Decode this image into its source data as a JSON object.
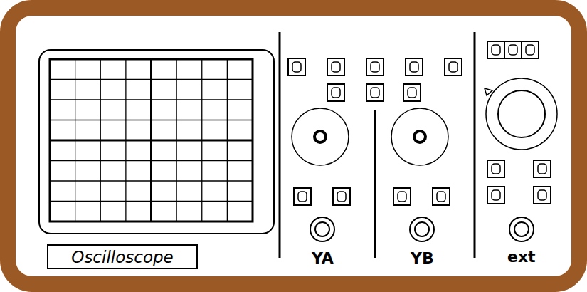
{
  "diagram": {
    "nodes": [
      {
        "text": [
          "Oscilloscope"
        ]
      }
    ],
    "labels": [
      "YA",
      "YB",
      "ext"
    ]
  }
}
